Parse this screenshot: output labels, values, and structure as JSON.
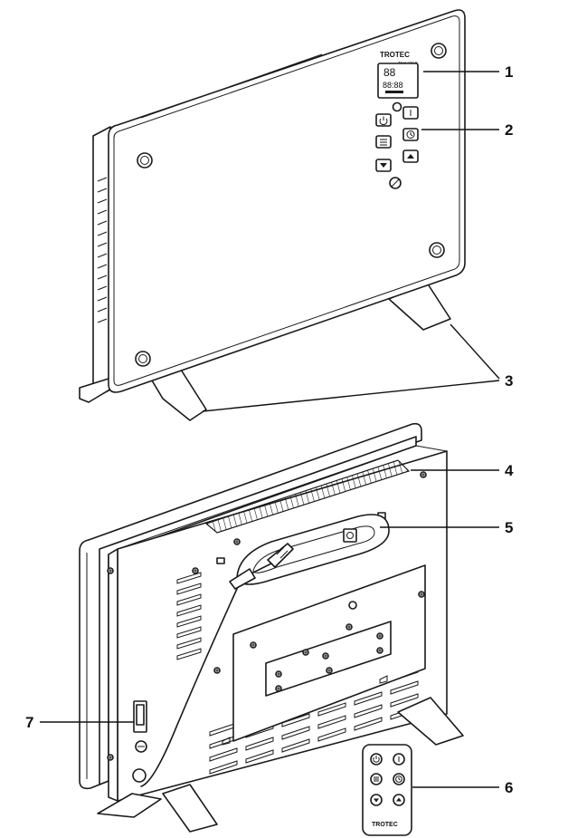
{
  "front": {
    "brand": "TROTEC",
    "model": "TKH 220 E",
    "display_temp": "88",
    "display_time": "88:88"
  },
  "remote": {
    "brand": "TROTEC"
  },
  "callouts": [
    {
      "id": "1",
      "label": "1"
    },
    {
      "id": "2",
      "label": "2"
    },
    {
      "id": "3",
      "label": "3"
    },
    {
      "id": "4",
      "label": "4"
    },
    {
      "id": "5",
      "label": "5"
    },
    {
      "id": "6",
      "label": "6"
    },
    {
      "id": "7",
      "label": "7"
    }
  ],
  "icons": [
    "power-icon",
    "info-icon",
    "menu-icon",
    "timer-icon",
    "arrow-down-icon",
    "arrow-up-icon",
    "lock-icon",
    "power-switch-icon",
    "handle-icon"
  ]
}
